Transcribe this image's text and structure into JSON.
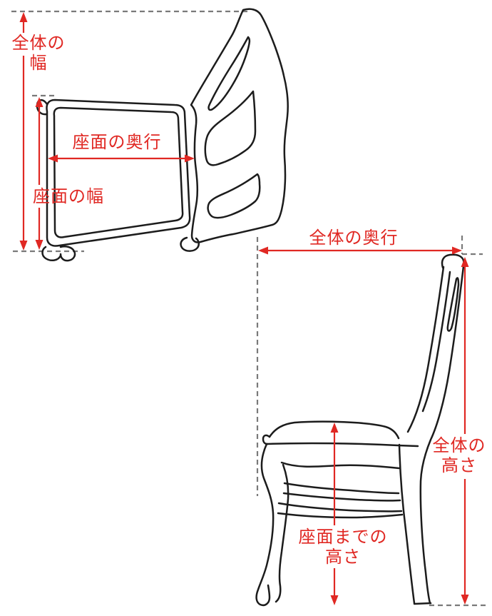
{
  "page": {
    "description": "Antique chair measurement guide diagram with a top view and a side view of a dining chair, annotated with red measurement arrows, red Japanese dimension labels and gray dashed reference lines on a white background"
  },
  "colors": {
    "annotation_red": "#e02823",
    "line_black": "#1c1c1c",
    "guide_gray": "#7a7a7a",
    "background": "#ffffff"
  },
  "labels": {
    "overall_width_line1": "全体の",
    "overall_width_line2": "幅",
    "seat_depth": "座面の奥行",
    "seat_width": "座面の幅",
    "overall_depth": "全体の奥行",
    "overall_height_line1": "全体の",
    "overall_height_line2": "高さ",
    "seat_height_line1": "座面までの",
    "seat_height_line2": "高さ"
  }
}
